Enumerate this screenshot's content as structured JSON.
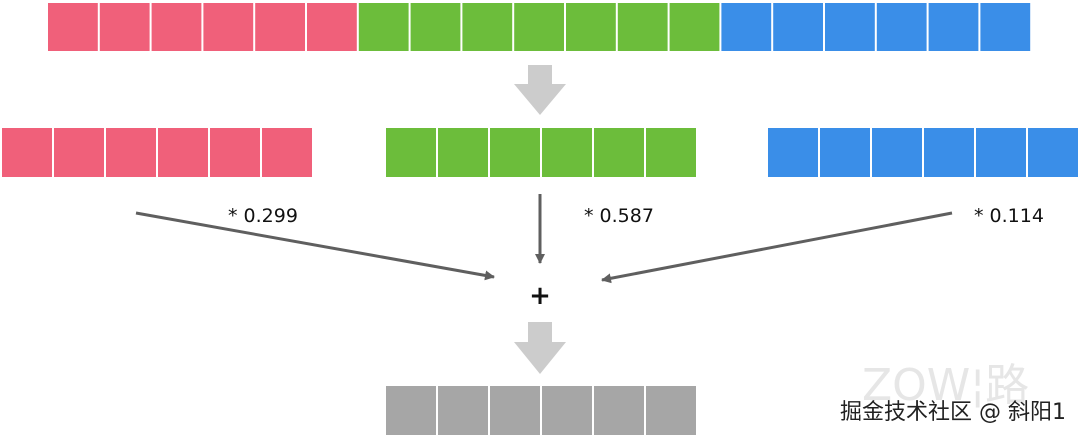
{
  "colors": {
    "red": "#f0607a",
    "green": "#6cbd3b",
    "blue": "#3a8ee8",
    "gray": "#a6a6a6",
    "arrow": "#5f5f5f",
    "block_arrow": "#cccccc"
  },
  "source_row": {
    "segments": [
      {
        "channel": "red",
        "cells": 6
      },
      {
        "channel": "green",
        "cells": 7
      },
      {
        "channel": "blue",
        "cells": 6
      }
    ]
  },
  "channels": [
    {
      "channel": "red",
      "cells": 6,
      "weight_label": "* 0.299"
    },
    {
      "channel": "green",
      "cells": 6,
      "weight_label": "* 0.587"
    },
    {
      "channel": "blue",
      "cells": 6,
      "weight_label": "* 0.114"
    }
  ],
  "operator": "+",
  "result": {
    "channel": "gray",
    "cells": 6
  },
  "watermark": "掘金技术社区 @ 斜阳1"
}
